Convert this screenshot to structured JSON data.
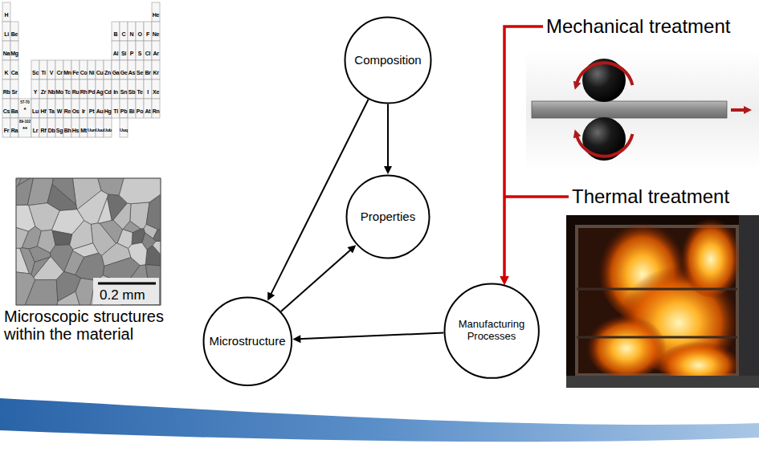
{
  "diagram": {
    "nodes": [
      {
        "text": [
          "Composition"
        ]
      },
      {
        "text": [
          "Properties"
        ]
      },
      {
        "text": [
          "Microstructure"
        ]
      },
      {
        "text": [
          "Manufacturing Processes"
        ]
      }
    ],
    "edges": [
      {
        "from": 0,
        "to": 1,
        "arrow": "to"
      },
      {
        "from": 0,
        "to": 2,
        "arrow": "to"
      },
      {
        "from": 2,
        "to": 1,
        "arrow": "to"
      },
      {
        "from": 3,
        "to": 2,
        "arrow": "to"
      }
    ],
    "labels": [
      "H",
      "He",
      "Li",
      "Be",
      "B",
      "C",
      "N",
      "O",
      "F",
      "Ne",
      "Na",
      "Mg",
      "Al",
      "Si",
      "P",
      "S",
      "Cl",
      "Ar",
      "K",
      "Ca",
      "Sc",
      "Ti",
      "V",
      "Cr",
      "Mn",
      "Fe",
      "Co",
      "Ni",
      "Cu",
      "Zn",
      "Ga",
      "Ge",
      "As",
      "Se",
      "Br",
      "Kr",
      "Rb",
      "Sr",
      "Y",
      "Zr",
      "Nb",
      "Mo",
      "Tc",
      "Ru",
      "Rh",
      "Pd",
      "Ag",
      "Cd",
      "In",
      "Sn",
      "Sb",
      "Te",
      "I",
      "Xe",
      "Cs",
      "Ba",
      "57-70",
      "*",
      "Lu",
      "Hf",
      "Ta",
      "W",
      "Re",
      "Os",
      "Ir",
      "Pt",
      "Au",
      "Hg",
      "Tl",
      "Pb",
      "Bi",
      "Po",
      "At",
      "Rn",
      "Fr",
      "Ra",
      "89-102",
      "**",
      "Lr",
      "Rf",
      "Db",
      "Sg",
      "Bh",
      "Hs",
      "Mt",
      "Uun",
      "Uuu",
      "Uub",
      "Uuq",
      "Mechanical treatment",
      "Thermal treatment",
      "0.2 mm",
      "Microscopic structures within the material"
    ]
  }
}
